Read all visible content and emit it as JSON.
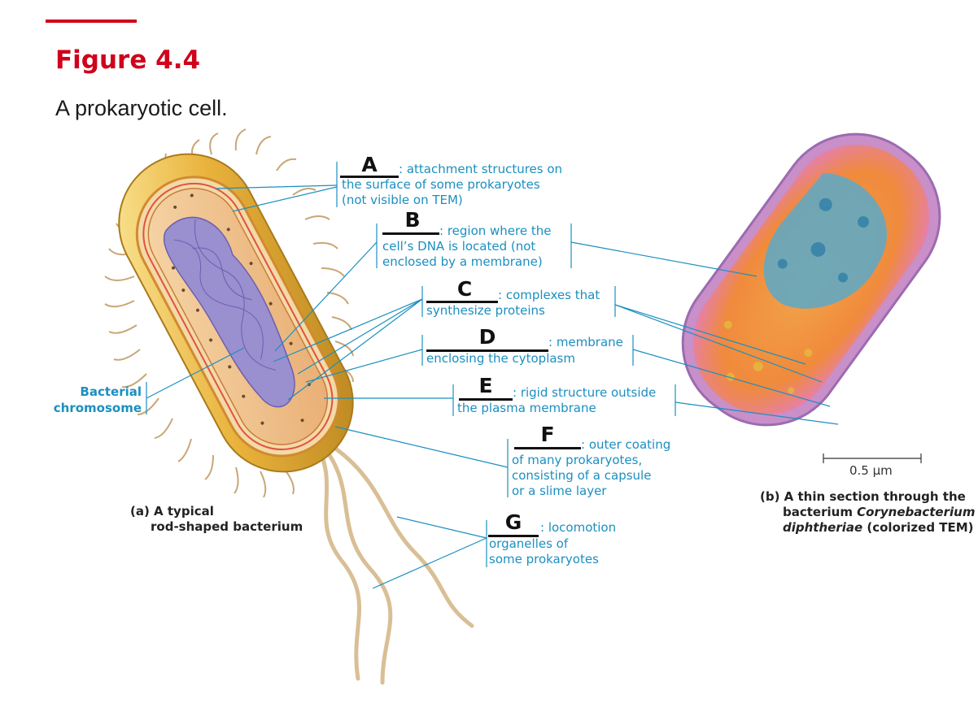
{
  "figure": {
    "number": "Figure 4.4",
    "subtitle": "A prokaryotic cell."
  },
  "labels": [
    {
      "letter": "A",
      "desc1": ": attachment structures on",
      "desc2": "the surface of some prokaryotes",
      "desc3": "(not visible on TEM)"
    },
    {
      "letter": "B",
      "desc1": ": region where the",
      "desc2": "cell’s DNA is located (not",
      "desc3": "enclosed by a membrane)"
    },
    {
      "letter": "C",
      "desc1": ": complexes that",
      "desc2": "synthesize proteins"
    },
    {
      "letter": "D",
      "desc1": ": membrane",
      "desc2": "enclosing the cytoplasm"
    },
    {
      "letter": "E",
      "desc1": ": rigid structure outside",
      "desc2": "the plasma membrane"
    },
    {
      "letter": "F",
      "desc1": ": outer coating",
      "desc2": "of many prokaryotes,",
      "desc3": "consisting of a capsule",
      "desc4": "or a slime layer"
    },
    {
      "letter": "G",
      "desc1": ": locomotion",
      "desc2": "organelles of",
      "desc3": "some prokaryotes"
    }
  ],
  "chromosome_label": {
    "line1": "Bacterial",
    "line2": "chromosome"
  },
  "caption_a": {
    "line1": "(a) A typical",
    "line2": "rod-shaped bacterium"
  },
  "caption_b": {
    "line1": "(b) A thin section through the",
    "line2_plain": "bacterium ",
    "line2_italic": "Corynebacterium",
    "line3_italic": "diphtheriae",
    "line3_plain": " (colorized TEM)"
  },
  "scale_bar": "0.5 µm",
  "colors": {
    "accent_red": "#d0021b",
    "label_blue": "#1b8fc0",
    "capsule_gold": "#e8b43a",
    "cytoplasm": "#f0c08a",
    "nucleoid": "#9a8fcf"
  }
}
